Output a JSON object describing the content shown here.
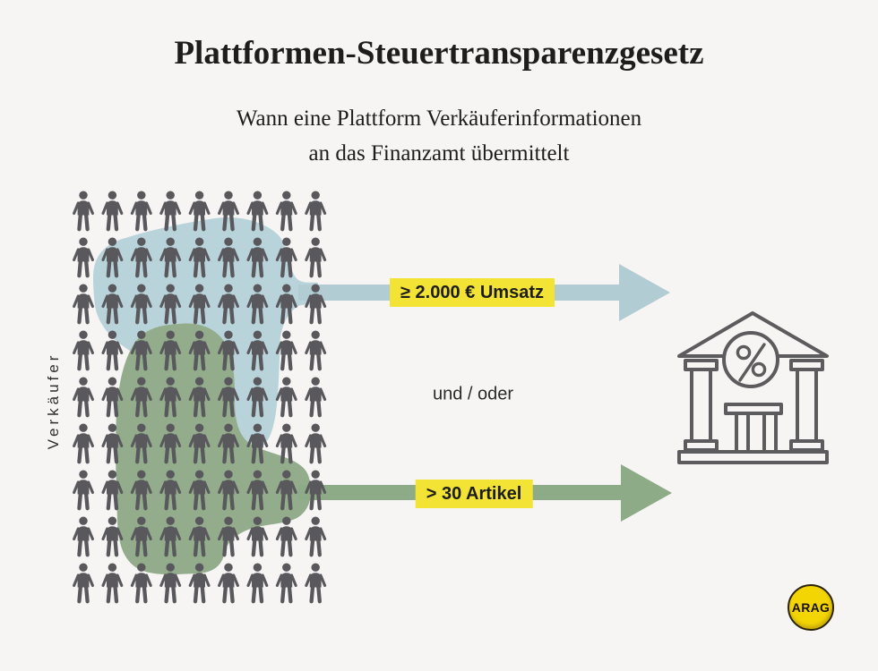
{
  "title": "Plattformen-Steuertransparenzgesetz",
  "subtitle": {
    "line1": "Wann eine Plattform Verkäuferinformationen",
    "line2": "an das Finanzamt übermittelt"
  },
  "sellers_label": "Verkäufer",
  "conditions": {
    "revenue": {
      "label": "≥ 2.000 € Umsatz"
    },
    "connector": "und / oder",
    "articles": {
      "label": "> 30 Artikel"
    }
  },
  "people_grid": {
    "rows": 9,
    "cols": 9,
    "total_people": 81
  },
  "icons": {
    "person": "person-icon",
    "finanzamt": "bank-building-percent-icon",
    "arrow_revenue": "blue-right-arrow",
    "arrow_articles": "green-right-arrow"
  },
  "logo": {
    "text": "ARAG"
  },
  "colors": {
    "background": "#f7f5f3",
    "blob_blue": "#b9d3da",
    "blob_green": "#92ac8c",
    "arrow_blue": "#b2ccd4",
    "arrow_green": "#8dab86",
    "highlight_yellow": "#f2e335",
    "person": "#59585c",
    "outline": "#5c5c5e",
    "logo_yellow": "#f4d504"
  }
}
